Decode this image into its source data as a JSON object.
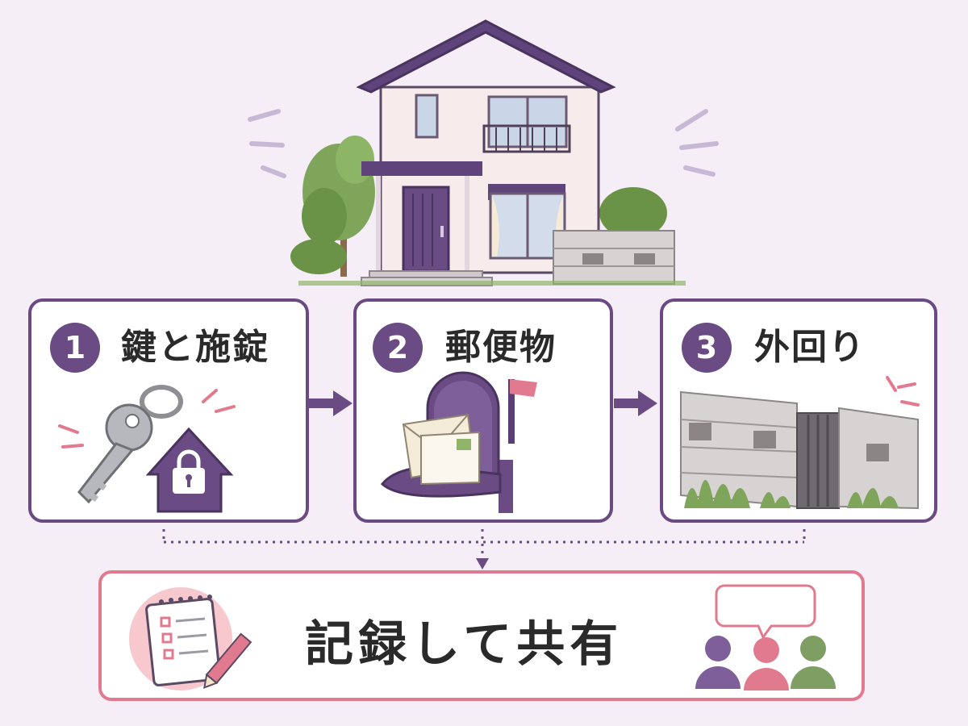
{
  "steps": [
    {
      "number": "1",
      "title": "鍵と施錠",
      "icon": "key-and-lock-icon"
    },
    {
      "number": "2",
      "title": "郵便物",
      "icon": "mailbox-icon"
    },
    {
      "number": "3",
      "title": "外回り",
      "icon": "garden-wall-icon"
    }
  ],
  "summary": {
    "title": "記録して共有",
    "left_icon": "checklist-icon",
    "right_icon": "people-chat-icon"
  },
  "colors": {
    "accent_purple": "#6a4b84",
    "accent_pink": "#e27a8f",
    "background": "#f6eef6",
    "green": "#7f9e63"
  }
}
